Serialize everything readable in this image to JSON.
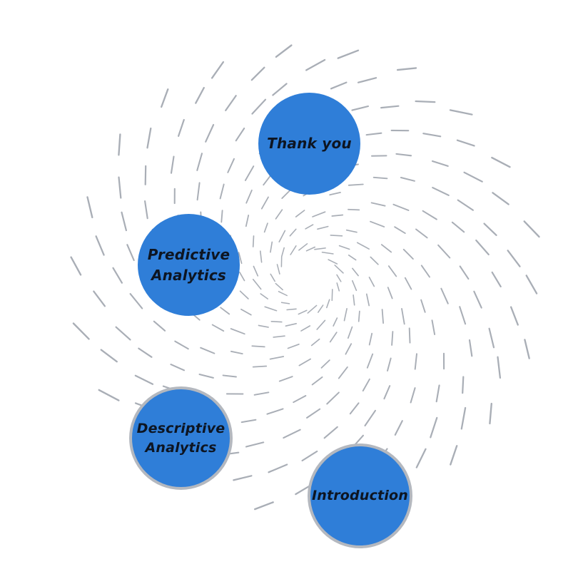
{
  "diagram": {
    "colors": {
      "node_fill": "#2f7ed8",
      "node_ring": "#b4b8bf",
      "swirl_dash": "#a9aeb6",
      "label_text": "#0d1522",
      "background": "#ffffff"
    },
    "nodes": [
      {
        "id": "thank-you",
        "label": "Thank you",
        "ringed": false
      },
      {
        "id": "predictive",
        "label": "Predictive\nAnalytics",
        "ringed": false
      },
      {
        "id": "descriptive",
        "label": "Descriptive\nAnalytics",
        "ringed": true
      },
      {
        "id": "introduction",
        "label": "Introduction",
        "ringed": true
      }
    ]
  }
}
